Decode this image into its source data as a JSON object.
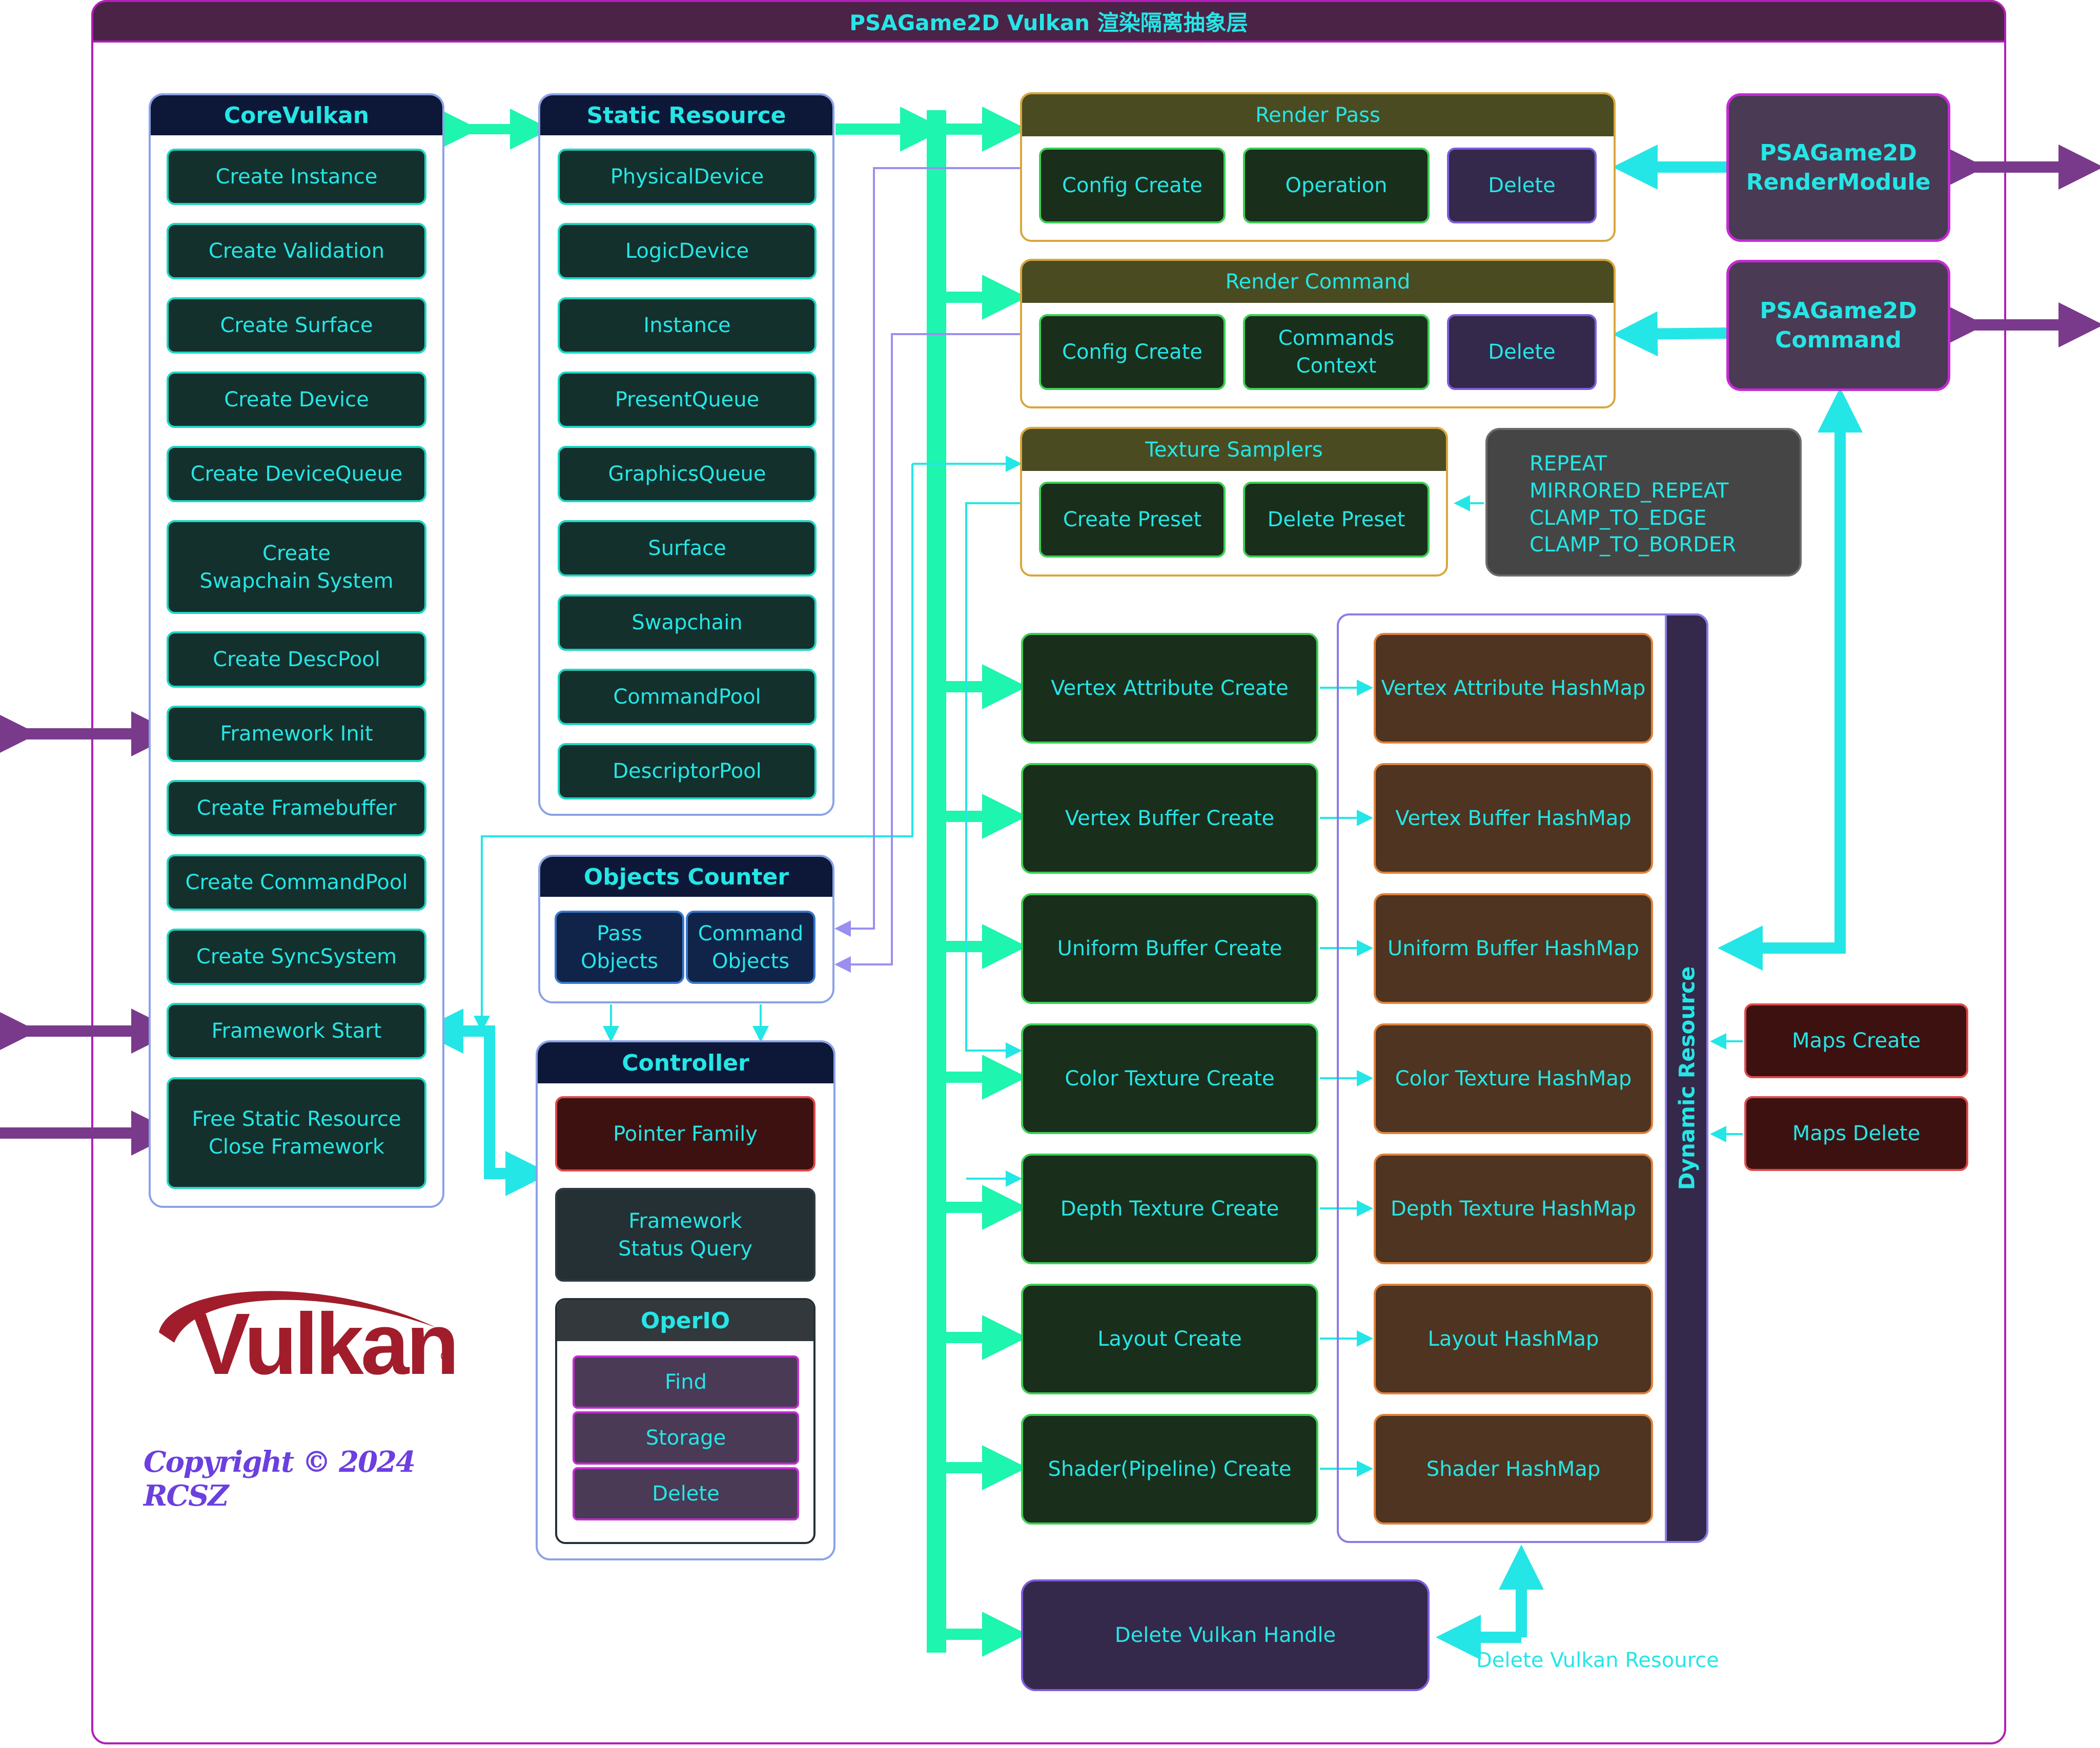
{
  "title": "PSAGame2D Vulkan 渲染隔离抽象层",
  "core_vulkan": {
    "title": "CoreVulkan",
    "items": [
      "Create Instance",
      "Create Validation",
      "Create Surface",
      "Create Device",
      "Create DeviceQueue",
      "Create\nSwapchain System",
      "Create DescPool",
      "Framework Init",
      "Create Framebuffer",
      "Create CommandPool",
      "Create SyncSystem",
      "Framework Start",
      "Free Static Resource\nClose Framework"
    ]
  },
  "static_resource": {
    "title": "Static Resource",
    "items": [
      "PhysicalDevice",
      "LogicDevice",
      "Instance",
      "PresentQueue",
      "GraphicsQueue",
      "Surface",
      "Swapchain",
      "CommandPool",
      "DescriptorPool"
    ]
  },
  "objects_counter": {
    "title": "Objects Counter",
    "pass": "Pass\nObjects",
    "command": "Command\nObjects"
  },
  "controller": {
    "title": "Controller",
    "pointer_family": "Pointer Family",
    "status_query": "Framework\nStatus Query",
    "operio": {
      "title": "OperIO",
      "items": [
        "Find",
        "Storage",
        "Delete"
      ]
    }
  },
  "render_pass": {
    "title": "Render Pass",
    "config": "Config Create",
    "operation": "Operation",
    "delete": "Delete"
  },
  "render_command": {
    "title": "Render Command",
    "config": "Config Create",
    "context": "Commands\nContext",
    "delete": "Delete"
  },
  "texture_samplers": {
    "title": "Texture Samplers",
    "create": "Create Preset",
    "delete": "Delete Preset"
  },
  "sampler_modes": "REPEAT\nMIRRORED_REPEAT\nCLAMP_TO_EDGE\nCLAMP_TO_BORDER",
  "modules": {
    "render_module": "PSAGame2D\nRenderModule",
    "command": "PSAGame2D\nCommand"
  },
  "create_items": [
    "Vertex Attribute Create",
    "Vertex Buffer Create",
    "Uniform Buffer Create",
    "Color Texture Create",
    "Depth Texture Create",
    "Layout Create",
    "Shader(Pipeline) Create"
  ],
  "hashmaps": [
    "Vertex Attribute HashMap",
    "Vertex Buffer HashMap",
    "Uniform Buffer HashMap",
    "Color Texture HashMap",
    "Depth Texture HashMap",
    "Layout HashMap",
    "Shader HashMap"
  ],
  "dynamic_resource": "Dynamic Resource",
  "maps": {
    "create": "Maps Create",
    "delete": "Maps Delete"
  },
  "delete_handle": "Delete Vulkan Handle",
  "delete_resource_label": "Delete Vulkan Resource",
  "logo": {
    "text": "Vulkan",
    "reg": "®"
  },
  "copyright": "Copyright © 2024 RCSZ",
  "colors": {
    "accent": "#25e6e6",
    "bus": "#1ef5ae",
    "border": "#b01fb6",
    "arrow_purple": "#7a3a8c"
  }
}
